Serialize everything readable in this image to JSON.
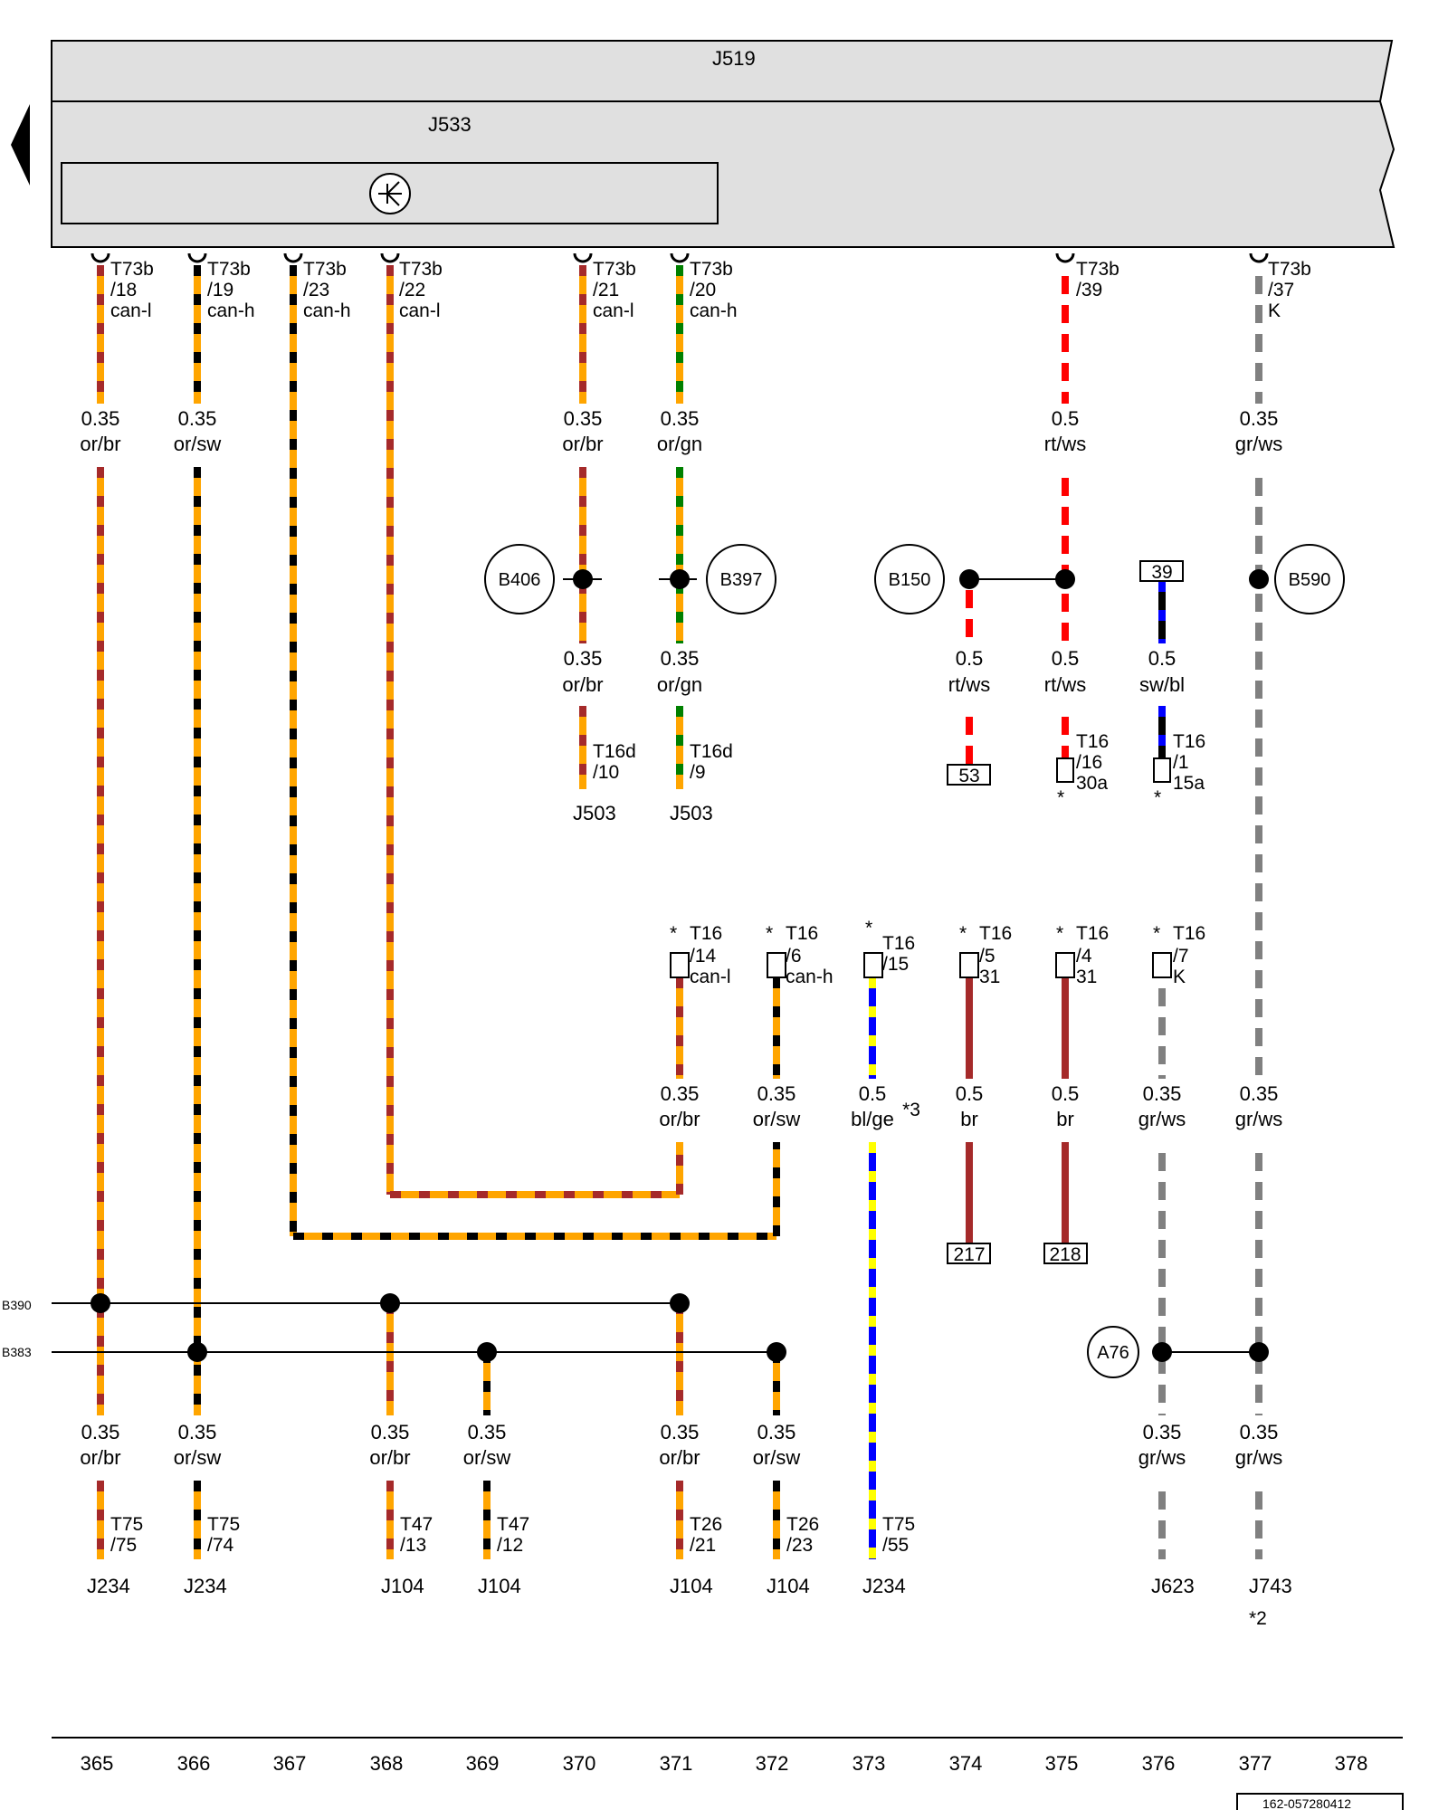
{
  "colors": {
    "or": "#ffa500",
    "br": "#a52a2a",
    "sw": "#000000",
    "gn": "#008000",
    "rt": "#ff0000",
    "ws": "#ffffff",
    "gr": "#808080",
    "bl": "#0000ff",
    "ge": "#ffff00",
    "module_fill": "#e0e0e0"
  },
  "modules": {
    "outer": "J519",
    "inner": "J533"
  },
  "ground_symbol": "ground-icon",
  "ecu_pins": [
    {
      "conn": "T73b",
      "pin": "/18",
      "sig": "can-l",
      "size": "0.35",
      "color": "or/br"
    },
    {
      "conn": "T73b",
      "pin": "/19",
      "sig": "can-h",
      "size": "0.35",
      "color": "or/sw"
    },
    {
      "conn": "T73b",
      "pin": "/23",
      "sig": "can-h",
      "size": "",
      "color": ""
    },
    {
      "conn": "T73b",
      "pin": "/22",
      "sig": "can-l",
      "size": "",
      "color": ""
    },
    {
      "conn": "T73b",
      "pin": "/21",
      "sig": "can-l",
      "size": "0.35",
      "color": "or/br"
    },
    {
      "conn": "T73b",
      "pin": "/20",
      "sig": "can-h",
      "size": "0.35",
      "color": "or/gn"
    },
    {
      "conn": "T73b",
      "pin": "/39",
      "sig": "",
      "size": "0.5",
      "color": "rt/ws"
    },
    {
      "conn": "T73b",
      "pin": "/37",
      "sig": "K",
      "size": "0.35",
      "color": "gr/ws"
    }
  ],
  "splices": [
    "B406",
    "B397",
    "B150",
    "B590",
    "A76",
    "B390",
    "B383"
  ],
  "mid_wires": [
    {
      "size": "0.35",
      "color": "or/br"
    },
    {
      "size": "0.35",
      "color": "or/gn"
    },
    {
      "size": "0.5",
      "color": "rt/ws"
    },
    {
      "size": "0.5",
      "color": "rt/ws"
    },
    {
      "size": "0.5",
      "color": "sw/bl"
    }
  ],
  "j503": [
    {
      "conn": "T16d",
      "pin": "/10",
      "dest": "J503"
    },
    {
      "conn": "T16d",
      "pin": "/9",
      "dest": "J503"
    }
  ],
  "t16_upper": [
    {
      "conn": "T16",
      "pin": "/16",
      "sig": "30a",
      "star": "*"
    },
    {
      "conn": "T16",
      "pin": "/1",
      "sig": "15a",
      "star": "*"
    }
  ],
  "refs": [
    "39",
    "53",
    "217",
    "218"
  ],
  "diag": [
    {
      "star": "*",
      "conn": "T16",
      "pin": "/14",
      "sig": "can-l",
      "size": "0.35",
      "color": "or/br"
    },
    {
      "star": "*",
      "conn": "T16",
      "pin": "/6",
      "sig": "can-h",
      "size": "0.35",
      "color": "or/sw"
    },
    {
      "star": "*",
      "conn": "T16",
      "pin": "/15",
      "sig": "",
      "size": "0.5",
      "color": "bl/ge",
      "note": "*3"
    },
    {
      "star": "*",
      "conn": "T16",
      "pin": "/5",
      "sig": "31",
      "size": "0.5",
      "color": "br"
    },
    {
      "star": "*",
      "conn": "T16",
      "pin": "/4",
      "sig": "31",
      "size": "0.5",
      "color": "br"
    },
    {
      "star": "*",
      "conn": "T16",
      "pin": "/7",
      "sig": "K",
      "size": "0.35",
      "color": "gr/ws"
    },
    {
      "star": "",
      "conn": "",
      "pin": "",
      "sig": "",
      "size": "0.35",
      "color": "gr/ws"
    }
  ],
  "bottom": [
    {
      "size": "0.35",
      "color": "or/br",
      "conn": "T75",
      "pin": "/75",
      "dest": "J234"
    },
    {
      "size": "0.35",
      "color": "or/sw",
      "conn": "T75",
      "pin": "/74",
      "dest": "J234"
    },
    {
      "size": "0.35",
      "color": "or/br",
      "conn": "T47",
      "pin": "/13",
      "dest": "J104"
    },
    {
      "size": "0.35",
      "color": "or/sw",
      "conn": "T47",
      "pin": "/12",
      "dest": "J104"
    },
    {
      "size": "0.35",
      "color": "or/br",
      "conn": "T26",
      "pin": "/21",
      "dest": "J104"
    },
    {
      "size": "0.35",
      "color": "or/sw",
      "conn": "T26",
      "pin": "/23",
      "dest": "J104"
    },
    {
      "size": "",
      "color": "",
      "conn": "T75",
      "pin": "/55",
      "dest": "J234"
    },
    {
      "size": "0.35",
      "color": "gr/ws",
      "conn": "",
      "pin": "",
      "dest": "J623"
    },
    {
      "size": "0.35",
      "color": "gr/ws",
      "conn": "",
      "pin": "",
      "dest": "J743",
      "note": "*2"
    }
  ],
  "columns": [
    "365",
    "366",
    "367",
    "368",
    "369",
    "370",
    "371",
    "372",
    "373",
    "374",
    "375",
    "376",
    "377",
    "378"
  ],
  "doc_id": "162-057280412"
}
